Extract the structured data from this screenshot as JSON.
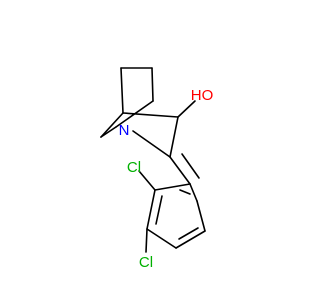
{
  "molecule": {
    "atoms": {
      "nitrogen": {
        "label": "N",
        "color": "#0000ff"
      },
      "hydroxyl": {
        "label": "HO",
        "color": "#ff0000"
      },
      "chlorine_ortho": {
        "label": "Cl",
        "color": "#00b000"
      },
      "chlorine_para": {
        "label": "Cl",
        "color": "#00b000"
      }
    }
  }
}
